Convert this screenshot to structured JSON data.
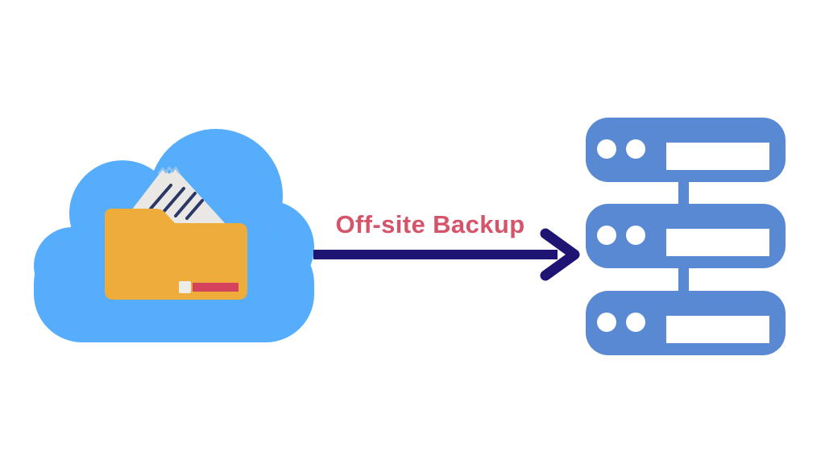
{
  "arrow": {
    "label": "Off-site Backup"
  },
  "icons": {
    "source": "cloud-folder-icon",
    "target": "server-stack-icon",
    "connector": "right-arrow-icon"
  },
  "servers": {
    "unit_count": 3,
    "leds_per_unit": 2,
    "slots_per_unit": 1
  },
  "colors": {
    "background": "#FFFFFF",
    "cloud_blue": "#55ADFB",
    "folder_orange": "#EEAC3B",
    "folder_detail_white": "#ECECE8",
    "folder_detail_red": "#D4425C",
    "paper_white": "#E9E8E4",
    "paper_line_navy": "#2A3767",
    "paper_fold_blue": "#8FC2EC",
    "arrow_navy": "#1E1474",
    "label_red": "#D5546A",
    "server_blue": "#5A89D3",
    "server_detail_white": "#FFFFFF"
  }
}
